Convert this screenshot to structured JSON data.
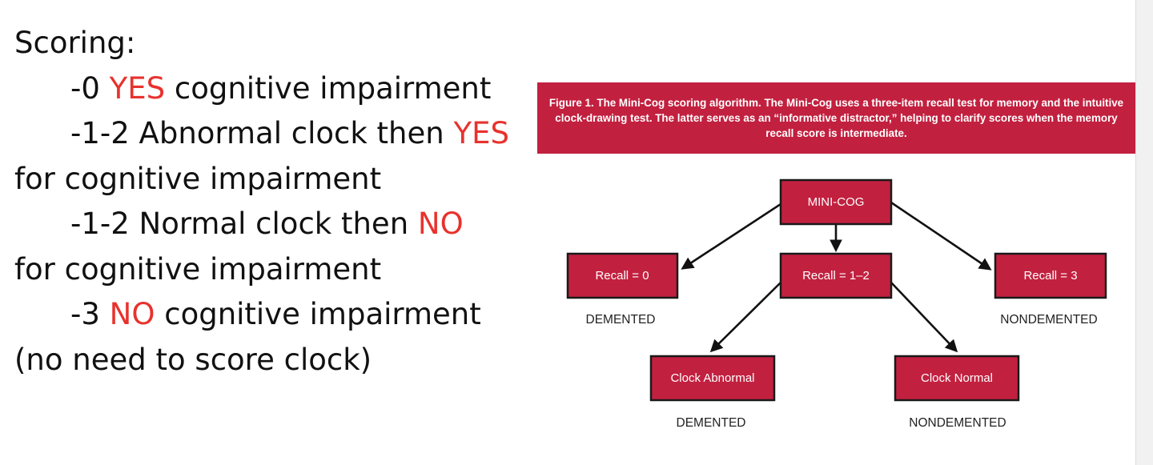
{
  "scoring": {
    "heading": "Scoring:",
    "line1": {
      "prefix": "-0 ",
      "highlight": "YES",
      "suffix": " cognitive impairment"
    },
    "line2": {
      "prefix": "-1-2 Abnormal clock then ",
      "highlight": "YES"
    },
    "line3": {
      "text": "for cognitive impairment"
    },
    "line4": {
      "prefix": "-1-2 Normal clock then ",
      "highlight": "NO"
    },
    "line5": {
      "text": "for cognitive impairment"
    },
    "line6": {
      "prefix": "-3 ",
      "highlight": "NO",
      "suffix": " cognitive impairment"
    },
    "line7": {
      "text": "(no need to score clock)"
    }
  },
  "figure": {
    "caption": "Figure 1. The Mini-Cog scoring algorithm. The Mini-Cog uses a three-item recall test for memory and the intuitive clock-drawing test. The latter serves as an “informative distractor,” helping to clarify scores when the memory recall score is intermediate.",
    "nodes": {
      "root": "MINI-COG",
      "recall0": "Recall = 0",
      "recall12": "Recall = 1–2",
      "recall3": "Recall = 3",
      "clockAbnormal": "Clock Abnormal",
      "clockNormal": "Clock Normal"
    },
    "outcomes": {
      "recall0": "DEMENTED",
      "recall3": "NONDEMENTED",
      "clockAbnormal": "DEMENTED",
      "clockNormal": "NONDEMENTED"
    }
  },
  "colors": {
    "highlight": "#e8322d",
    "box_fill": "#c2203f",
    "caption_bg": "#c2203f"
  }
}
